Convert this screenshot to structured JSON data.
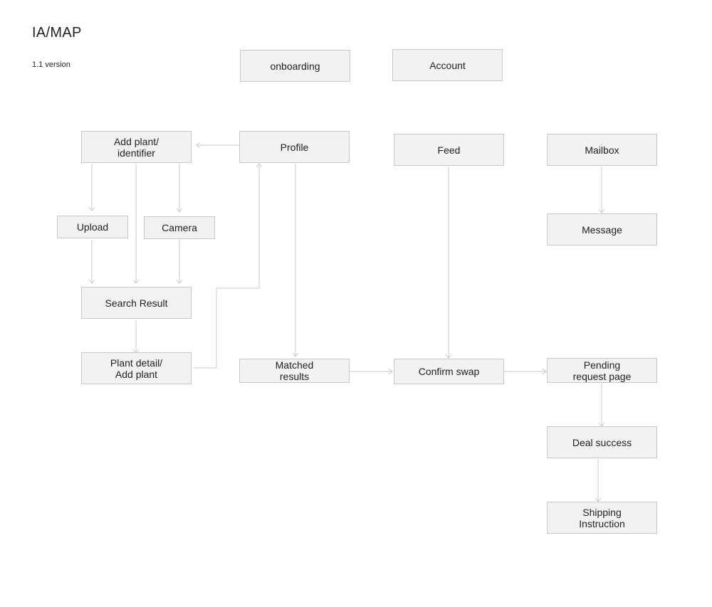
{
  "header": {
    "title": "IA/MAP",
    "version": "1.1 version"
  },
  "nodes": {
    "onboarding": "onboarding",
    "account": "Account",
    "add_plant_identifier": "Add plant/\nidentifier",
    "profile": "Profile",
    "feed": "Feed",
    "mailbox": "Mailbox",
    "upload": "Upload",
    "camera": "Camera",
    "message": "Message",
    "search_result": "Search Result",
    "plant_detail": "Plant detail/\nAdd plant",
    "matched_results": "Matched\nresults",
    "confirm_swap": "Confirm swap",
    "pending_request": "Pending\nrequest page",
    "deal_success": "Deal success",
    "shipping_instruction": "Shipping\nInstruction"
  },
  "colors": {
    "node_fill": "#f2f2f2",
    "node_border": "#c8c8c8",
    "connector": "#c8c8c8",
    "text": "#222222"
  }
}
